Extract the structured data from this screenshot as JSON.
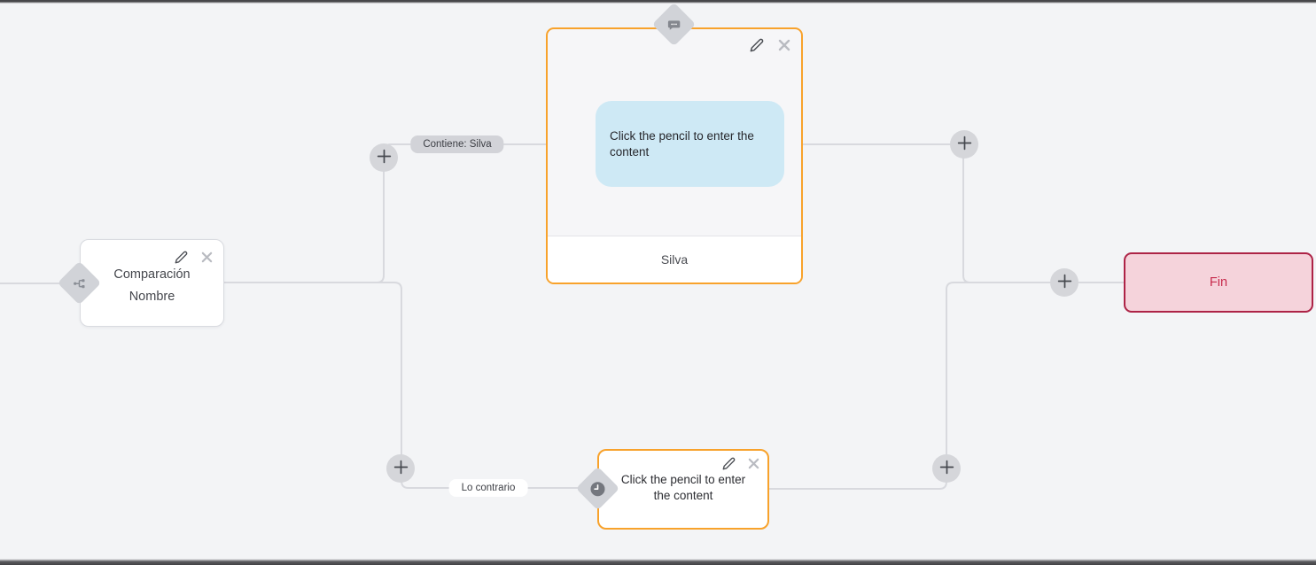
{
  "flow": {
    "condition_node": {
      "line1": "Comparación",
      "line2": "Nombre"
    },
    "message_node": {
      "bubble_text": "Click the pencil to enter the content",
      "footer": "Silva"
    },
    "reply_node": {
      "text": "Click the pencil to enter the content"
    },
    "end_node": {
      "label": "Fin"
    },
    "edge_labels": {
      "top": "Contiene: Silva",
      "bottom": "Lo contrario"
    }
  },
  "icons": {
    "condition_badge": "branch-split-icon",
    "message_badge": "speech-bubble-icon",
    "reply_badge": "clock-icon",
    "node_actions": [
      "pencil-icon",
      "close-icon"
    ],
    "connector_buttons": "plus-icon"
  },
  "colors": {
    "canvas_background": "#f3f4f6",
    "connector": "#d8d9de",
    "accent_orange": "#f8a22b",
    "bubble_blue": "#cee9f5",
    "end_background": "#f5d3db",
    "end_border": "#ad2346",
    "end_text": "#c72a4c",
    "pill_gray": "#d2d3d8"
  }
}
